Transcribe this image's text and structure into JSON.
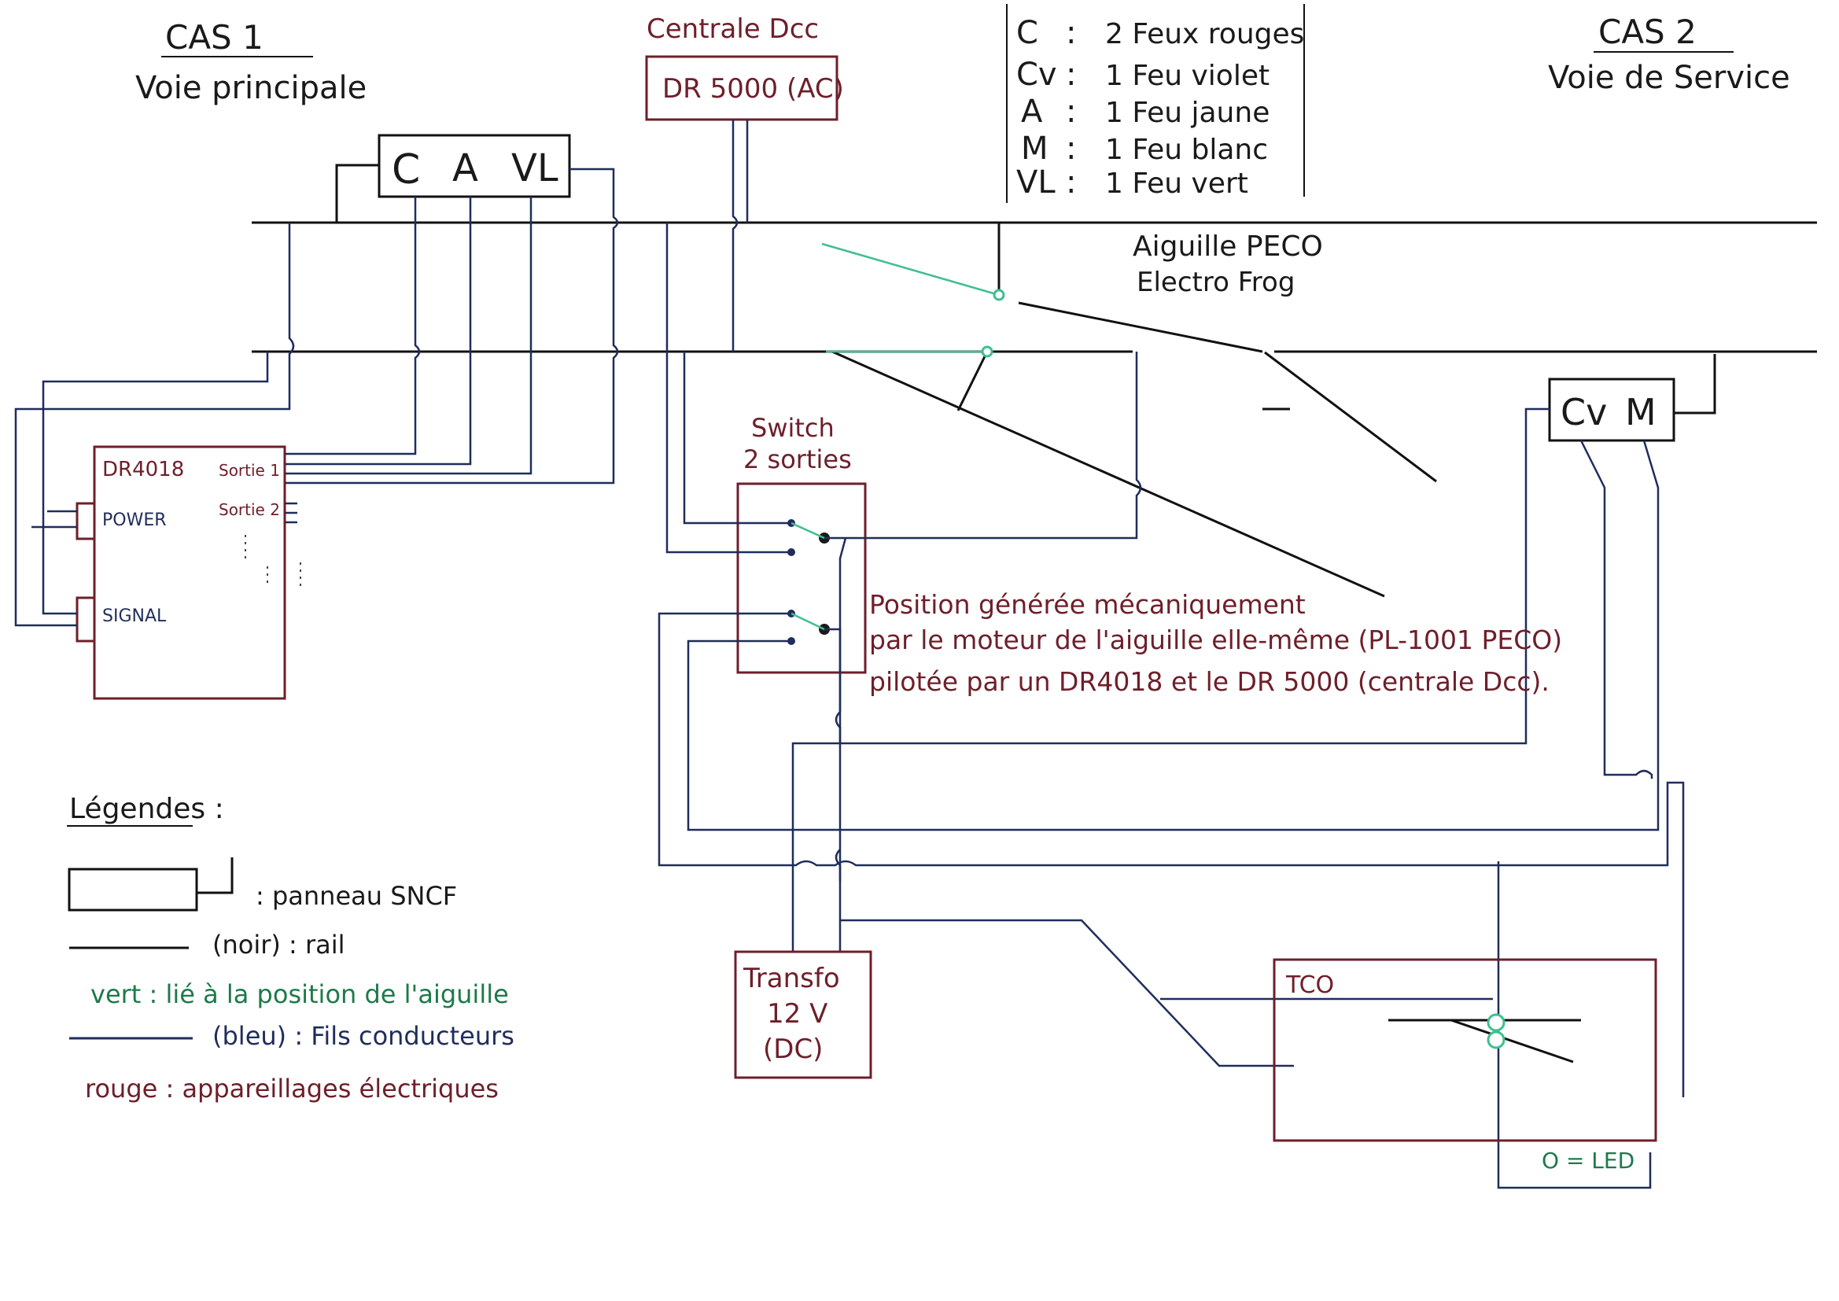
{
  "case1": {
    "title": "CAS 1",
    "subtitle": "Voie principale"
  },
  "case2": {
    "title": "CAS 2",
    "subtitle": "Voie de Service"
  },
  "central": {
    "label": "Centrale Dcc",
    "device": "DR 5000 (AC)"
  },
  "signal_main": {
    "c": "C",
    "a": "A",
    "vl": "VL"
  },
  "signal_service": {
    "cv": "Cv",
    "m": "M"
  },
  "key": [
    {
      "code": "C",
      "sep": ":",
      "text": "2 Feux rouges"
    },
    {
      "code": "Cv",
      "sep": ":",
      "text": "1 Feu violet"
    },
    {
      "code": "A",
      "sep": ":",
      "text": "1 Feu jaune"
    },
    {
      "code": "M",
      "sep": ":",
      "text": "1 Feu blanc"
    },
    {
      "code": "VL",
      "sep": ":",
      "text": "1 Feu vert"
    }
  ],
  "turnout": {
    "line1": "Aiguille PECO",
    "line2": "Electro Frog"
  },
  "decoder": {
    "name": "DR4018",
    "out1": "Sortie 1",
    "out2": "Sortie 2",
    "power": "POWER",
    "signal": "SIGNAL"
  },
  "switch": {
    "line1": "Switch",
    "line2": "2 sorties"
  },
  "note": {
    "line1": "Position générée mécaniquement",
    "line2": "par le moteur de l'aiguille elle-même (PL-1001 PECO)",
    "line3": "pilotée par un DR4018 et le DR 5000 (centrale Dcc)."
  },
  "transfo": {
    "line1": "Transfo",
    "line2": "12 V",
    "line3": "(DC)"
  },
  "tco": {
    "label": "TCO",
    "led_note": "O = LED"
  },
  "legend": {
    "title": "Légendes :",
    "panel": ": panneau SNCF",
    "rail": "(noir) : rail",
    "green": "vert : lié à la position de l'aiguille",
    "blue": "(bleu) : Fils conducteurs",
    "red": "rouge : appareillages électriques"
  },
  "colors": {
    "rail": "#111111",
    "wire": "#1f2d5c",
    "green": "#3fbf8f",
    "device": "#6e1f2a"
  }
}
